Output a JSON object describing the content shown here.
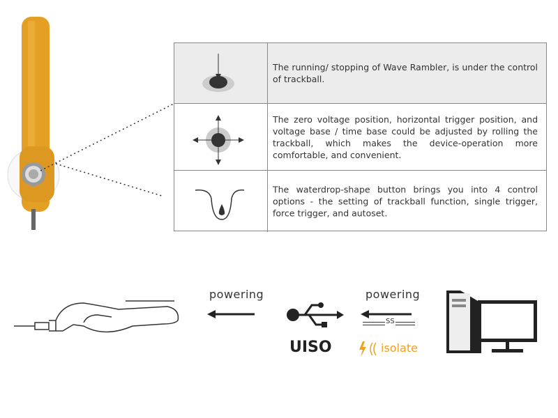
{
  "features": [
    {
      "icon": "trackball-press-icon",
      "text": "The running/ stopping of Wave Rambler, is under the control of trackball."
    },
    {
      "icon": "trackball-roll-icon",
      "text": "The zero voltage position, horizontal trigger position, and voltage base / time base could be adjusted by rolling the trackball, which makes the device-operation more comfortable, and convenient."
    },
    {
      "icon": "waterdrop-button-icon",
      "text": "The waterdrop-shape button brings you into 4 control options - the setting of trackball function, single trigger, force trigger, and autoset."
    }
  ],
  "power": {
    "left_label": "powering",
    "right_label": "powering",
    "uiso": "UISO",
    "isolate": "isolate",
    "ss": "SS"
  },
  "colors": {
    "device": "#e8a020",
    "isolate": "#f0a020",
    "row1_bg": "#ececec"
  }
}
